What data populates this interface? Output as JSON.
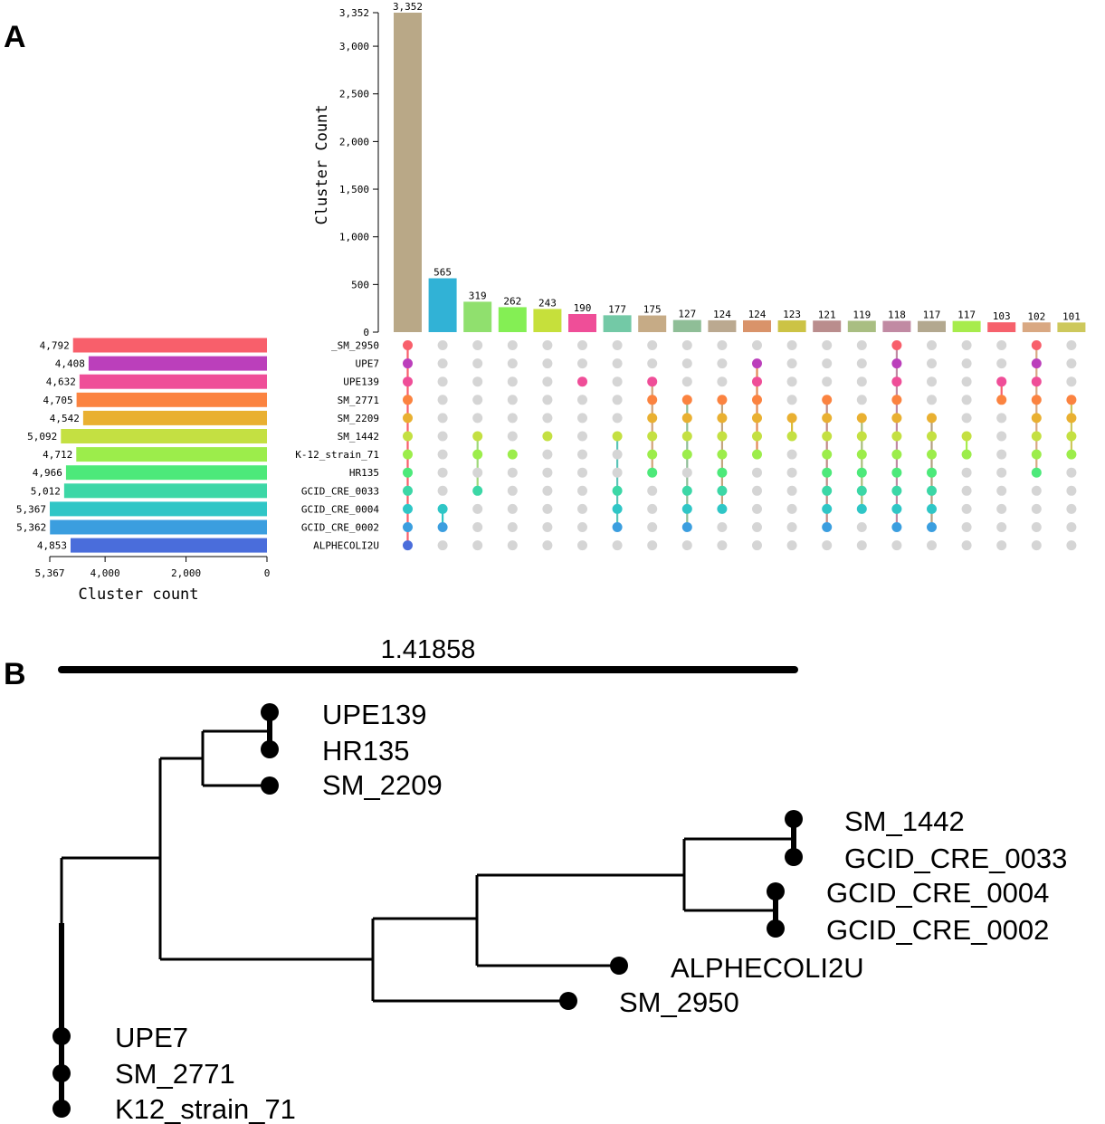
{
  "panel_labels": {
    "a": "A",
    "b": "B"
  },
  "chart_data": [
    {
      "type": "bar",
      "ylabel": "Cluster Count",
      "ylim": [
        0,
        3352
      ],
      "yticks": [
        {
          "v": 0,
          "t": "0"
        },
        {
          "v": 500,
          "t": "500"
        },
        {
          "v": 1000,
          "t": "1,000"
        },
        {
          "v": 1500,
          "t": "1,500"
        },
        {
          "v": 2000,
          "t": "2,000"
        },
        {
          "v": 2500,
          "t": "2,500"
        },
        {
          "v": 3000,
          "t": "3,000"
        },
        {
          "v": 3352,
          "t": "3,352"
        }
      ],
      "values": [
        3352,
        565,
        319,
        262,
        243,
        190,
        177,
        175,
        127,
        124,
        124,
        123,
        121,
        119,
        118,
        117,
        117,
        103,
        102,
        101
      ],
      "value_labels": [
        "3,352",
        "565",
        "319",
        "262",
        "243",
        "190",
        "177",
        "175",
        "127",
        "124",
        "124",
        "123",
        "121",
        "119",
        "118",
        "117",
        "117",
        "103",
        "102",
        "101"
      ],
      "colors": [
        "#b9a887",
        "#31b2d6",
        "#90e06e",
        "#84ef54",
        "#c6e03b",
        "#ef4e98",
        "#73c9a6",
        "#c6ab86",
        "#8fbe97",
        "#bba990",
        "#d9936a",
        "#ccc345",
        "#ba8d8d",
        "#a9be82",
        "#c18aa3",
        "#b3a88f",
        "#a7ec4c",
        "#f6616c",
        "#d9a882",
        "#cdc85c"
      ]
    },
    {
      "type": "matrix",
      "sets": [
        "_SM_2950",
        "UPE7",
        "UPE139",
        "SM_2771",
        "SM_2209",
        "SM_1442",
        "K-12_strain_71",
        "HR135",
        "GCID_CRE_0033",
        "GCID_CRE_0004",
        "GCID_CRE_0002",
        "ALPHECOLI2U"
      ],
      "set_colors": [
        "#f85f6b",
        "#bb3fbb",
        "#ef4e98",
        "#fb8340",
        "#e9b031",
        "#c4e042",
        "#9ced4b",
        "#4de97a",
        "#3cd7a6",
        "#2fc6c6",
        "#3b9edf",
        "#4a6ddb"
      ],
      "inactive_color": "#d5d5d5",
      "memberships": [
        [
          0,
          1,
          2,
          3,
          4,
          5,
          6,
          7,
          8,
          9,
          10,
          11
        ],
        [
          9,
          10
        ],
        [
          5,
          6,
          8
        ],
        [
          6
        ],
        [
          5
        ],
        [
          2
        ],
        [
          5,
          8,
          9,
          10
        ],
        [
          2,
          3,
          4,
          5,
          6,
          7
        ],
        [
          3,
          4,
          5,
          6,
          8,
          9,
          10
        ],
        [
          3,
          4,
          5,
          6,
          7,
          8,
          9
        ],
        [
          1,
          2,
          3,
          4,
          5,
          6
        ],
        [
          4,
          5
        ],
        [
          3,
          4,
          5,
          6,
          7,
          8,
          9,
          10
        ],
        [
          4,
          5,
          6,
          7,
          8,
          9
        ],
        [
          0,
          1,
          2,
          3,
          4,
          5,
          6,
          7,
          8,
          9,
          10
        ],
        [
          4,
          5,
          6,
          7,
          8,
          9,
          10
        ],
        [
          5,
          6
        ],
        [
          2,
          3
        ],
        [
          0,
          1,
          2,
          3,
          4,
          5,
          6,
          7
        ],
        [
          3,
          4,
          5,
          6
        ]
      ],
      "connector_colors": [
        "#f85f6b",
        "#2fc6c6",
        "#9ed87a",
        "#84ef54",
        "#c6e03b",
        "#ef4e98",
        "#5ac5b8",
        "#d2a276",
        "#8fbe97",
        "#c4a57e",
        "#e28a55",
        "#d9bc3b",
        "#c18a86",
        "#a9be7a",
        "#c18aa3",
        "#b3a080",
        "#a7ec4c",
        "#f6616c",
        "#d9a882",
        "#cdc85c"
      ]
    },
    {
      "type": "bar",
      "orientation": "horizontal",
      "xlabel": "Cluster count",
      "xlim": [
        0,
        5367
      ],
      "xticks": [
        {
          "v": 5367,
          "t": "5,367"
        },
        {
          "v": 4000,
          "t": "4,000"
        },
        {
          "v": 2000,
          "t": "2,000"
        },
        {
          "v": 0,
          "t": "0"
        }
      ],
      "values": [
        4792,
        4408,
        4632,
        4705,
        4542,
        5092,
        4712,
        4966,
        5012,
        5367,
        5362,
        4853
      ],
      "value_labels": [
        "4,792",
        "4,408",
        "4,632",
        "4,705",
        "4,542",
        "5,092",
        "4,712",
        "4,966",
        "5,012",
        "5,367",
        "5,362",
        "4,853"
      ]
    }
  ],
  "tree": {
    "scale_label": "1.41858",
    "leaves": [
      "UPE139",
      "HR135",
      "SM_2209",
      "SM_1442",
      "GCID_CRE_0033",
      "GCID_CRE_0004",
      "GCID_CRE_0002",
      "ALPHECOLI2U",
      "SM_2950",
      "UPE7",
      "SM_2771",
      "K12_strain_71"
    ]
  }
}
